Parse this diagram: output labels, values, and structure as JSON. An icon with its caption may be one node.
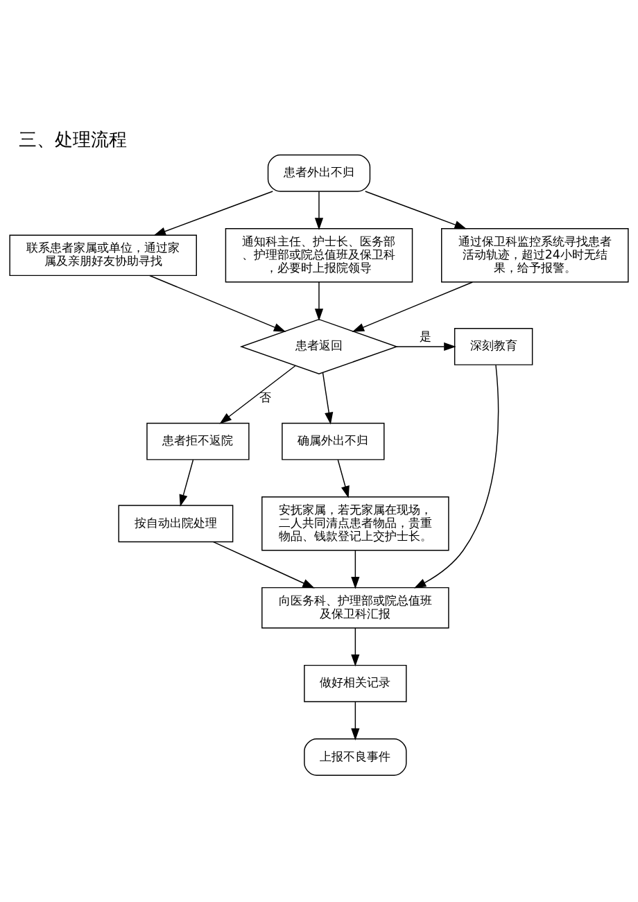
{
  "diagram": {
    "title": "三、处理流程",
    "nodes": [
      {
        "text": [
          "患者外出不归"
        ]
      },
      {
        "text": [
          "联系患者家属或单位，通过家属及亲朋好友协助寻找"
        ]
      },
      {
        "text": [
          "通知科主任、护士长、医务部、护理部或院总值班及保卫科，必要时上报院领导"
        ]
      },
      {
        "text": [
          "通过保卫科监控系统寻找患者活动轨迹，超过24小时无结果，给予报警。"
        ]
      },
      {
        "text": [
          "患者返回"
        ]
      },
      {
        "text": [
          "深刻教育"
        ]
      },
      {
        "text": [
          "患者拒不返院"
        ]
      },
      {
        "text": [
          "确属外出不归"
        ]
      },
      {
        "text": [
          "按自动出院处理"
        ]
      },
      {
        "text": [
          "安抚家属，若无家属在现场，二人共同清点患者物品，贵重物品、钱款登记上交护士长。"
        ]
      },
      {
        "text": [
          "向医务科、护理部或院总值班及保卫科汇报"
        ]
      },
      {
        "text": [
          "做好相关记录"
        ]
      },
      {
        "text": [
          "上报不良事件"
        ]
      }
    ],
    "edges": [
      {
        "from": 0,
        "to": 1,
        "arrow": "to"
      },
      {
        "from": 0,
        "to": 2,
        "arrow": "to"
      },
      {
        "from": 0,
        "to": 3,
        "arrow": "to"
      },
      {
        "from": 1,
        "to": 4,
        "arrow": "to"
      },
      {
        "from": 2,
        "to": 4,
        "arrow": "to"
      },
      {
        "from": 3,
        "to": 4,
        "arrow": "to"
      },
      {
        "from": 4,
        "to": 5,
        "arrow": "to",
        "label": "是"
      },
      {
        "from": 4,
        "to": 6,
        "arrow": "to",
        "label": "否"
      },
      {
        "from": 4,
        "to": 7,
        "arrow": "to"
      },
      {
        "from": 6,
        "to": 8,
        "arrow": "to"
      },
      {
        "from": 7,
        "to": 9,
        "arrow": "to"
      },
      {
        "from": 5,
        "to": 10,
        "arrow": "to"
      },
      {
        "from": 8,
        "to": 10,
        "arrow": "to"
      },
      {
        "from": 9,
        "to": 10,
        "arrow": "to"
      },
      {
        "from": 10,
        "to": 11,
        "arrow": "to"
      },
      {
        "from": 11,
        "to": 12,
        "arrow": "to"
      }
    ]
  }
}
